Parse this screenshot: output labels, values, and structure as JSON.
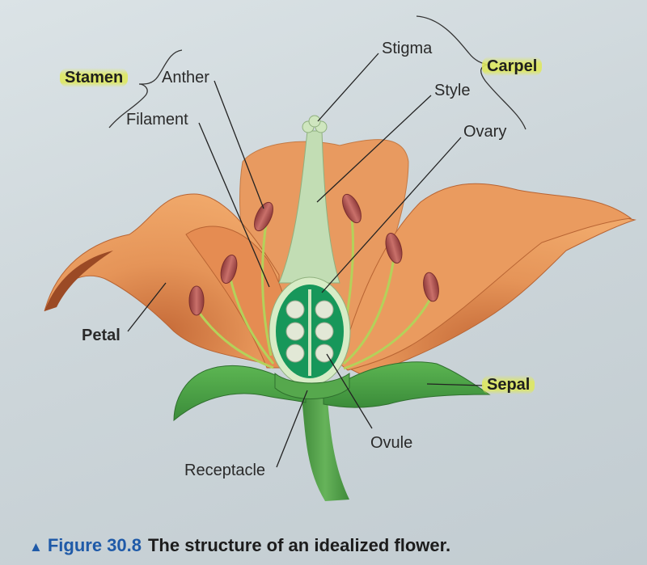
{
  "labels": {
    "stamen": "Stamen",
    "anther": "Anther",
    "filament": "Filament",
    "stigma": "Stigma",
    "carpel": "Carpel",
    "style": "Style",
    "ovary": "Ovary",
    "petal": "Petal",
    "sepal": "Sepal",
    "ovule": "Ovule",
    "receptacle": "Receptacle"
  },
  "caption": {
    "figure_number": "Figure 30.8",
    "text": "The structure of an idealized flower."
  },
  "colors": {
    "petal": "#e0915a",
    "petal_shadow": "#b86433",
    "sepal": "#46a045",
    "stem": "#4e9b45",
    "ovary_fill": "#1a9a52",
    "style": "#bcdab0",
    "anther": "#b5504f",
    "highlight": "#dde860",
    "caption_blue": "#1f5aa8"
  }
}
